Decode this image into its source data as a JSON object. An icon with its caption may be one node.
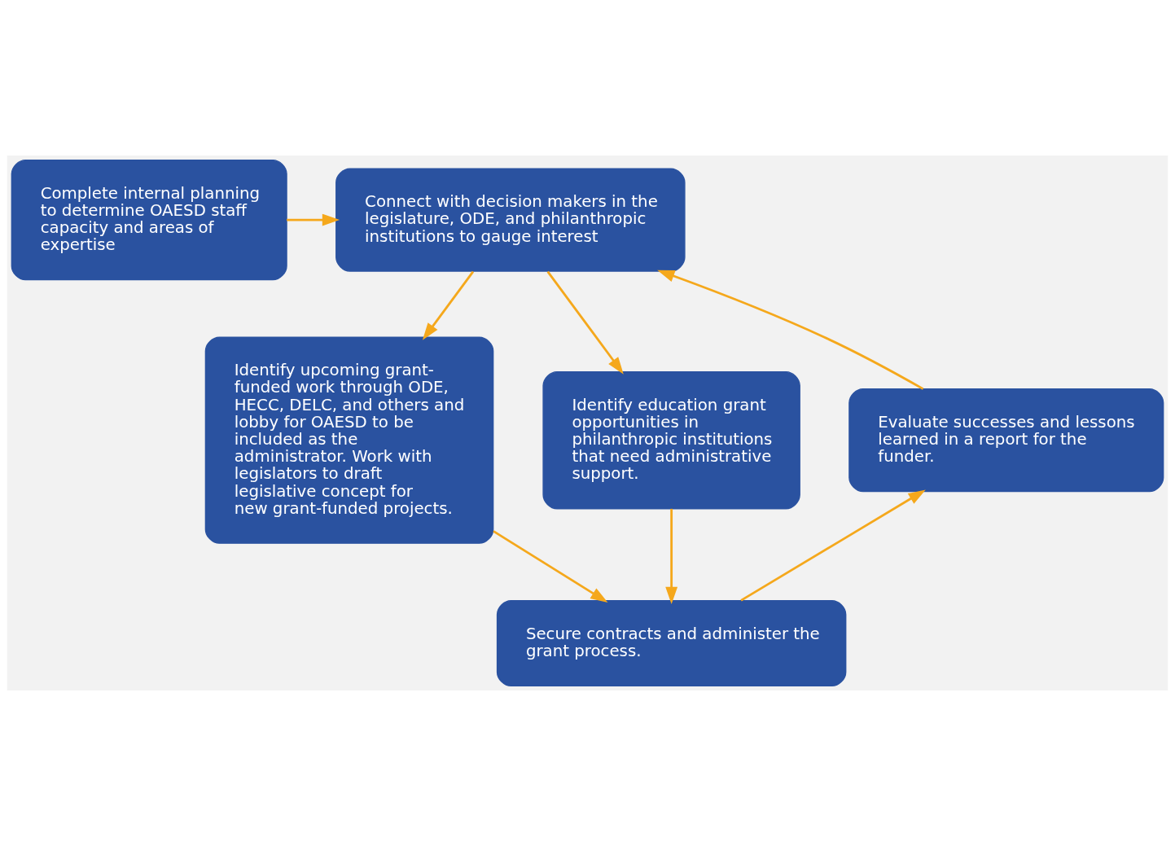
{
  "diagram": {
    "nodes": [
      {
        "text": [
          "Complete internal planning to determine OAESD staff capacity and areas of expertise"
        ]
      },
      {
        "text": [
          "Connect with decision makers in the legislature, ODE, and philanthropic institutions to gauge interest"
        ]
      },
      {
        "text": [
          "Evaluate successes and lessons learned in a report for the funder."
        ]
      },
      {
        "text": [
          "Identify upcoming grant-funded work through ODE, HECC, DELC, and others and lobby for OAESD to be included as the administrator. Work with legislators to draft legislative concept for new grant-funded projects."
        ]
      },
      {
        "text": [
          "Identify education grant opportunities in philanthropic institutions that need administrative support."
        ]
      },
      {
        "text": [
          "Secure contracts and administer the grant process."
        ]
      }
    ],
    "edges": [
      {
        "from": 0,
        "to": 1,
        "arrow": "to"
      },
      {
        "from": 1,
        "to": 3,
        "arrow": "to"
      },
      {
        "from": 1,
        "to": 4,
        "arrow": "to"
      },
      {
        "from": 3,
        "to": 5,
        "arrow": "to"
      },
      {
        "from": 4,
        "to": 5,
        "arrow": "to"
      },
      {
        "from": 5,
        "to": 2,
        "arrow": "to"
      },
      {
        "from": 2,
        "to": 1,
        "arrow": "to"
      }
    ]
  }
}
